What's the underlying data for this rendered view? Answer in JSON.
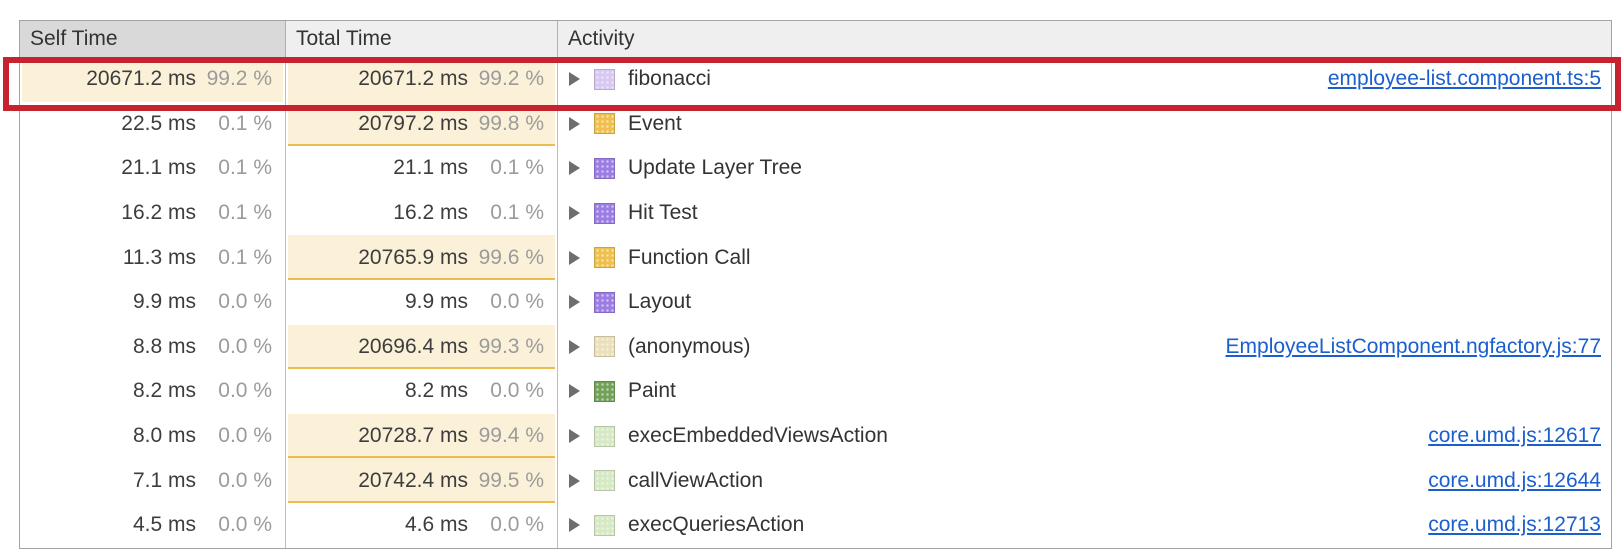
{
  "colors": {
    "annotation_red": "#c5242e",
    "highlight_bg": "#faf1d8",
    "highlight_underline": "#e9bd4e",
    "link_blue": "#1b5fce",
    "sorted_header_bg": "#d9d9d9",
    "header_bg": "#efefef",
    "icon_palette": {
      "lavender": "#d9c8f2",
      "yellow": "#f0c04f",
      "purple": "#9c7de4",
      "beige": "#ece0ba",
      "green": "#71a257",
      "light_green": "#d6e9c5"
    }
  },
  "table": {
    "columns": [
      {
        "label": "Self Time",
        "sorted": true
      },
      {
        "label": "Total Time",
        "sorted": false
      },
      {
        "label": "Activity",
        "sorted": false
      }
    ],
    "rows": [
      {
        "self_ms": "20671.2 ms",
        "self_pct": "99.2 %",
        "self_highlight": true,
        "total_ms": "20671.2 ms",
        "total_pct": "99.2 %",
        "total_highlight": true,
        "icon": "lavender",
        "activity": "fibonacci",
        "link": "employee-list.component.ts:5",
        "annotated": true
      },
      {
        "self_ms": "22.5 ms",
        "self_pct": "0.1 %",
        "self_highlight": false,
        "total_ms": "20797.2 ms",
        "total_pct": "99.8 %",
        "total_highlight": true,
        "icon": "yellow",
        "activity": "Event",
        "link": "",
        "annotated": false
      },
      {
        "self_ms": "21.1 ms",
        "self_pct": "0.1 %",
        "self_highlight": false,
        "total_ms": "21.1 ms",
        "total_pct": "0.1 %",
        "total_highlight": false,
        "icon": "purple",
        "activity": "Update Layer Tree",
        "link": "",
        "annotated": false
      },
      {
        "self_ms": "16.2 ms",
        "self_pct": "0.1 %",
        "self_highlight": false,
        "total_ms": "16.2 ms",
        "total_pct": "0.1 %",
        "total_highlight": false,
        "icon": "purple",
        "activity": "Hit Test",
        "link": "",
        "annotated": false
      },
      {
        "self_ms": "11.3 ms",
        "self_pct": "0.1 %",
        "self_highlight": false,
        "total_ms": "20765.9 ms",
        "total_pct": "99.6 %",
        "total_highlight": true,
        "icon": "yellow",
        "activity": "Function Call",
        "link": "",
        "annotated": false
      },
      {
        "self_ms": "9.9 ms",
        "self_pct": "0.0 %",
        "self_highlight": false,
        "total_ms": "9.9 ms",
        "total_pct": "0.0 %",
        "total_highlight": false,
        "icon": "purple",
        "activity": "Layout",
        "link": "",
        "annotated": false
      },
      {
        "self_ms": "8.8 ms",
        "self_pct": "0.0 %",
        "self_highlight": false,
        "total_ms": "20696.4 ms",
        "total_pct": "99.3 %",
        "total_highlight": true,
        "icon": "beige",
        "activity": "(anonymous)",
        "link": "EmployeeListComponent.ngfactory.js:77",
        "annotated": false
      },
      {
        "self_ms": "8.2 ms",
        "self_pct": "0.0 %",
        "self_highlight": false,
        "total_ms": "8.2 ms",
        "total_pct": "0.0 %",
        "total_highlight": false,
        "icon": "green",
        "activity": "Paint",
        "link": "",
        "annotated": false
      },
      {
        "self_ms": "8.0 ms",
        "self_pct": "0.0 %",
        "self_highlight": false,
        "total_ms": "20728.7 ms",
        "total_pct": "99.4 %",
        "total_highlight": true,
        "icon": "light_green",
        "activity": "execEmbeddedViewsAction",
        "link": "core.umd.js:12617",
        "annotated": false
      },
      {
        "self_ms": "7.1 ms",
        "self_pct": "0.0 %",
        "self_highlight": false,
        "total_ms": "20742.4 ms",
        "total_pct": "99.5 %",
        "total_highlight": true,
        "icon": "light_green",
        "activity": "callViewAction",
        "link": "core.umd.js:12644",
        "annotated": false
      },
      {
        "self_ms": "4.5 ms",
        "self_pct": "0.0 %",
        "self_highlight": false,
        "total_ms": "4.6 ms",
        "total_pct": "0.0 %",
        "total_highlight": false,
        "icon": "light_green",
        "activity": "execQueriesAction",
        "link": "core.umd.js:12713",
        "annotated": false
      }
    ]
  },
  "annotation": {
    "type": "red-box",
    "target_row": "fibonacci"
  }
}
